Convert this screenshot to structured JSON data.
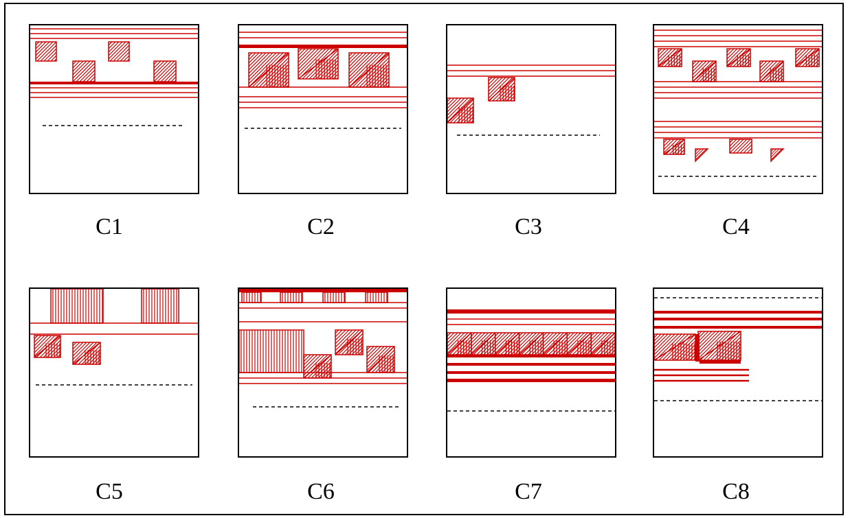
{
  "colors": {
    "line": "#cc0000",
    "border": "#000000",
    "dash": "#000000"
  },
  "panels": [
    {
      "id": "c1",
      "label": "C1"
    },
    {
      "id": "c2",
      "label": "C2"
    },
    {
      "id": "c3",
      "label": "C3"
    },
    {
      "id": "c4",
      "label": "C4"
    },
    {
      "id": "c5",
      "label": "C5"
    },
    {
      "id": "c6",
      "label": "C6"
    },
    {
      "id": "c7",
      "label": "C7"
    },
    {
      "id": "c8",
      "label": "C8"
    }
  ]
}
